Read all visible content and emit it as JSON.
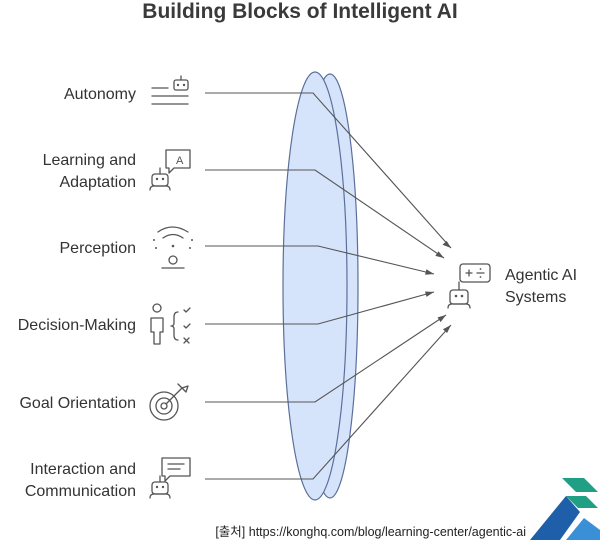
{
  "title": "Building Blocks of Intelligent AI",
  "inputs": [
    {
      "lines": [
        "Autonomy"
      ],
      "icon": "robot-list-icon"
    },
    {
      "lines": [
        "Learning and",
        "Adaptation"
      ],
      "icon": "robot-learning-icon"
    },
    {
      "lines": [
        "Perception"
      ],
      "icon": "perception-radar-icon"
    },
    {
      "lines": [
        "Decision-Making"
      ],
      "icon": "person-checklist-icon"
    },
    {
      "lines": [
        "Goal Orientation"
      ],
      "icon": "target-arrow-icon"
    },
    {
      "lines": [
        "Interaction and",
        "Communication"
      ],
      "icon": "robot-chat-icon"
    }
  ],
  "output": {
    "lines": [
      "Agentic AI",
      "Systems"
    ],
    "icon": "robot-calculator-icon"
  },
  "source": "[출처] https://konghq.com/blog/learning-center/agentic-ai",
  "colors": {
    "lens_fill": "#d6e4fb",
    "lens_stroke": "#5b6f9a",
    "logo_dark": "#1f5faa",
    "logo_light": "#3a8fd6",
    "logo_green": "#1f9f84"
  }
}
